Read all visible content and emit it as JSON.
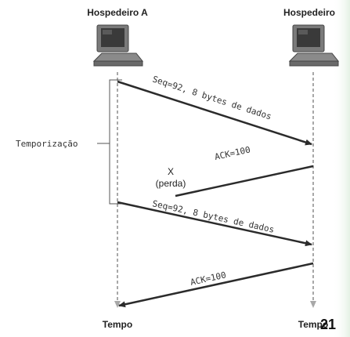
{
  "host_a": {
    "label": "Hospedeiro A"
  },
  "host_b": {
    "label": "Hospedeiro"
  },
  "time_a": {
    "label": "Tempo"
  },
  "time_b": {
    "label": "Tempo"
  },
  "timeout": {
    "label": "Temporização"
  },
  "messages": [
    {
      "label": "Seq=92, 8 bytes de dados"
    },
    {
      "label": "ACK=100"
    },
    {
      "label": "Seq=92, 8 bytes de dados"
    },
    {
      "label": "ACK=100"
    }
  ],
  "loss": {
    "marker": "X",
    "label": "(perda)"
  },
  "page_number": "21",
  "colors": {
    "arrow": "#2b2b2b",
    "timeline": "#a8a8a8",
    "computer_body": "#6e6e6e",
    "computer_screen": "#3a3a3a",
    "side_band": "#eaf4ea"
  }
}
